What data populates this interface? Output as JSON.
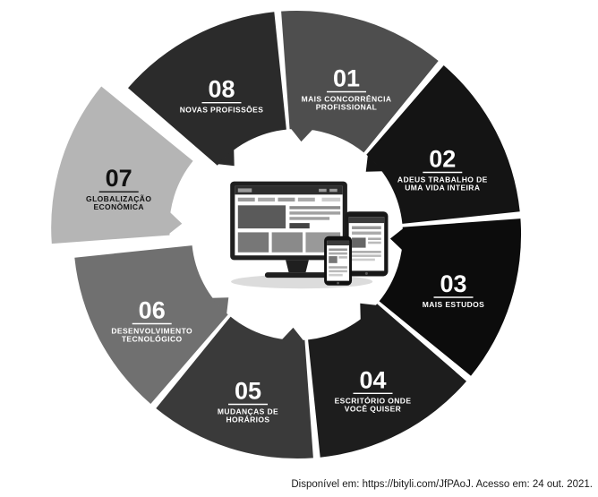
{
  "caption": "Disponível em: https://bityli.com/JfPAoJ. Acesso em: 24 out. 2021.",
  "colors": {
    "background": "#ffffff",
    "caption_text": "#1a1a1a"
  },
  "wheel": {
    "center_icon": "responsive-devices-icon",
    "segments": [
      {
        "number": "01",
        "label": "MAIS CONCORRÊNCIA PROFISSIONAL",
        "lines": [
          "MAIS CONCORRÊNCIA",
          "PROFISSIONAL"
        ],
        "color": "#4e4e4e",
        "text_color": "#ffffff",
        "emphasis": false
      },
      {
        "number": "02",
        "label": "ADEUS TRABALHO DE UMA VIDA INTEIRA",
        "lines": [
          "ADEUS TRABALHO DE",
          "UMA VIDA INTEIRA"
        ],
        "color": "#141414",
        "text_color": "#ffffff",
        "emphasis": false
      },
      {
        "number": "03",
        "label": "MAIS ESTUDOS",
        "lines": [
          "MAIS ESTUDOS"
        ],
        "color": "#0c0c0c",
        "text_color": "#ffffff",
        "emphasis": false
      },
      {
        "number": "04",
        "label": "ESCRITÓRIO ONDE VOCÊ QUISER",
        "lines": [
          "ESCRITÓRIO ONDE",
          "VOCÊ QUISER"
        ],
        "color": "#1d1d1d",
        "text_color": "#ffffff",
        "emphasis": false
      },
      {
        "number": "05",
        "label": "MUDANÇAS DE HORÁRIOS",
        "lines": [
          "MUDANÇAS DE",
          "HORÁRIOS"
        ],
        "color": "#3a3a3a",
        "text_color": "#ffffff",
        "emphasis": false
      },
      {
        "number": "06",
        "label": "DESENVOLVIMENTO TECNOLÓGICO",
        "lines": [
          "DESENVOLVIMENTO",
          "TECNOLÓGICO"
        ],
        "color": "#707070",
        "text_color": "#ffffff",
        "emphasis": false
      },
      {
        "number": "07",
        "label": "GLOBALIZAÇÃO ECONÔMICA",
        "lines": [
          "GLOBALIZAÇÃO",
          "ECONÔMICA"
        ],
        "color": "#b5b5b5",
        "text_color": "#111111",
        "emphasis": true
      },
      {
        "number": "08",
        "label": "NOVAS PROFISSÕES",
        "lines": [
          "NOVAS PROFISSÕES"
        ],
        "color": "#2b2b2b",
        "text_color": "#ffffff",
        "emphasis": false
      }
    ]
  }
}
